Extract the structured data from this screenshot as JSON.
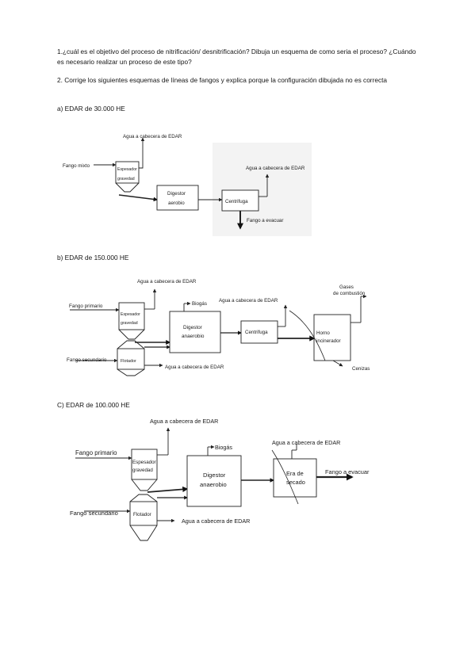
{
  "questions": {
    "q1": "1.¿cuál es el objetivo del proceso de nitrificación/ desnitrificación? Dibuja un esquema de como seria el proceso? ¿Cuándo es necesario realizar un proceso de este tipo?",
    "q2": "2. Corrige los siguientes esquemas de líneas de fangos y explica porque la configuración dibujada no es correcta"
  },
  "diagram_a": {
    "title": "a) EDAR de 30.000 HE",
    "agua1": "Agua a cabecera de EDAR",
    "fango_mixto": "Fango mixto",
    "espesador_1": "Espesador",
    "espesador_2": "gravedad",
    "digestor_1": "Digestor",
    "digestor_2": "aerobio",
    "agua2": "Agua a cabecera de EDAR",
    "centrifuga": "Centrifuga",
    "fango_evacuar": "Fango a evacuar"
  },
  "diagram_b": {
    "title": "b) EDAR de 150.000 HE",
    "agua1": "Agua a cabecera de EDAR",
    "fango_primario": "Fango primario",
    "espesador_1": "Espesador",
    "espesador_2": "gravedad",
    "biogas": "Biogás",
    "digestor_1": "Digestor",
    "digestor_2": "anaerobio",
    "agua2": "Agua a cabecera de EDAR",
    "centrifuga": "Centrifuga",
    "gases_1": "Gases",
    "gases_2": "de combustión",
    "horno_1": "Horno",
    "horno_2": "incinerador",
    "fango_secundario": "Fango secundario",
    "flotador": "Flotador",
    "agua3": "Agua a cabecera de EDAR",
    "cenizas": "Cenizas"
  },
  "diagram_c": {
    "title": "C) EDAR de 100.000 HE",
    "agua1": "Agua a cabecera de EDAR",
    "fango_primario": "Fango primario",
    "espesador_1": "Espesador",
    "espesador_2": "gravedad",
    "biogas": "Biogás",
    "digestor_1": "Digestor",
    "digestor_2": "anaerobio",
    "agua2": "Agua a cabecera de EDAR",
    "era_1": "Era de",
    "era_2": "secado",
    "fango_evacuar": "Fango a evacuar",
    "fango_secundario": "Fango secundario",
    "flotador": "Flotador",
    "agua3": "Agua a cabecera de EDAR"
  }
}
